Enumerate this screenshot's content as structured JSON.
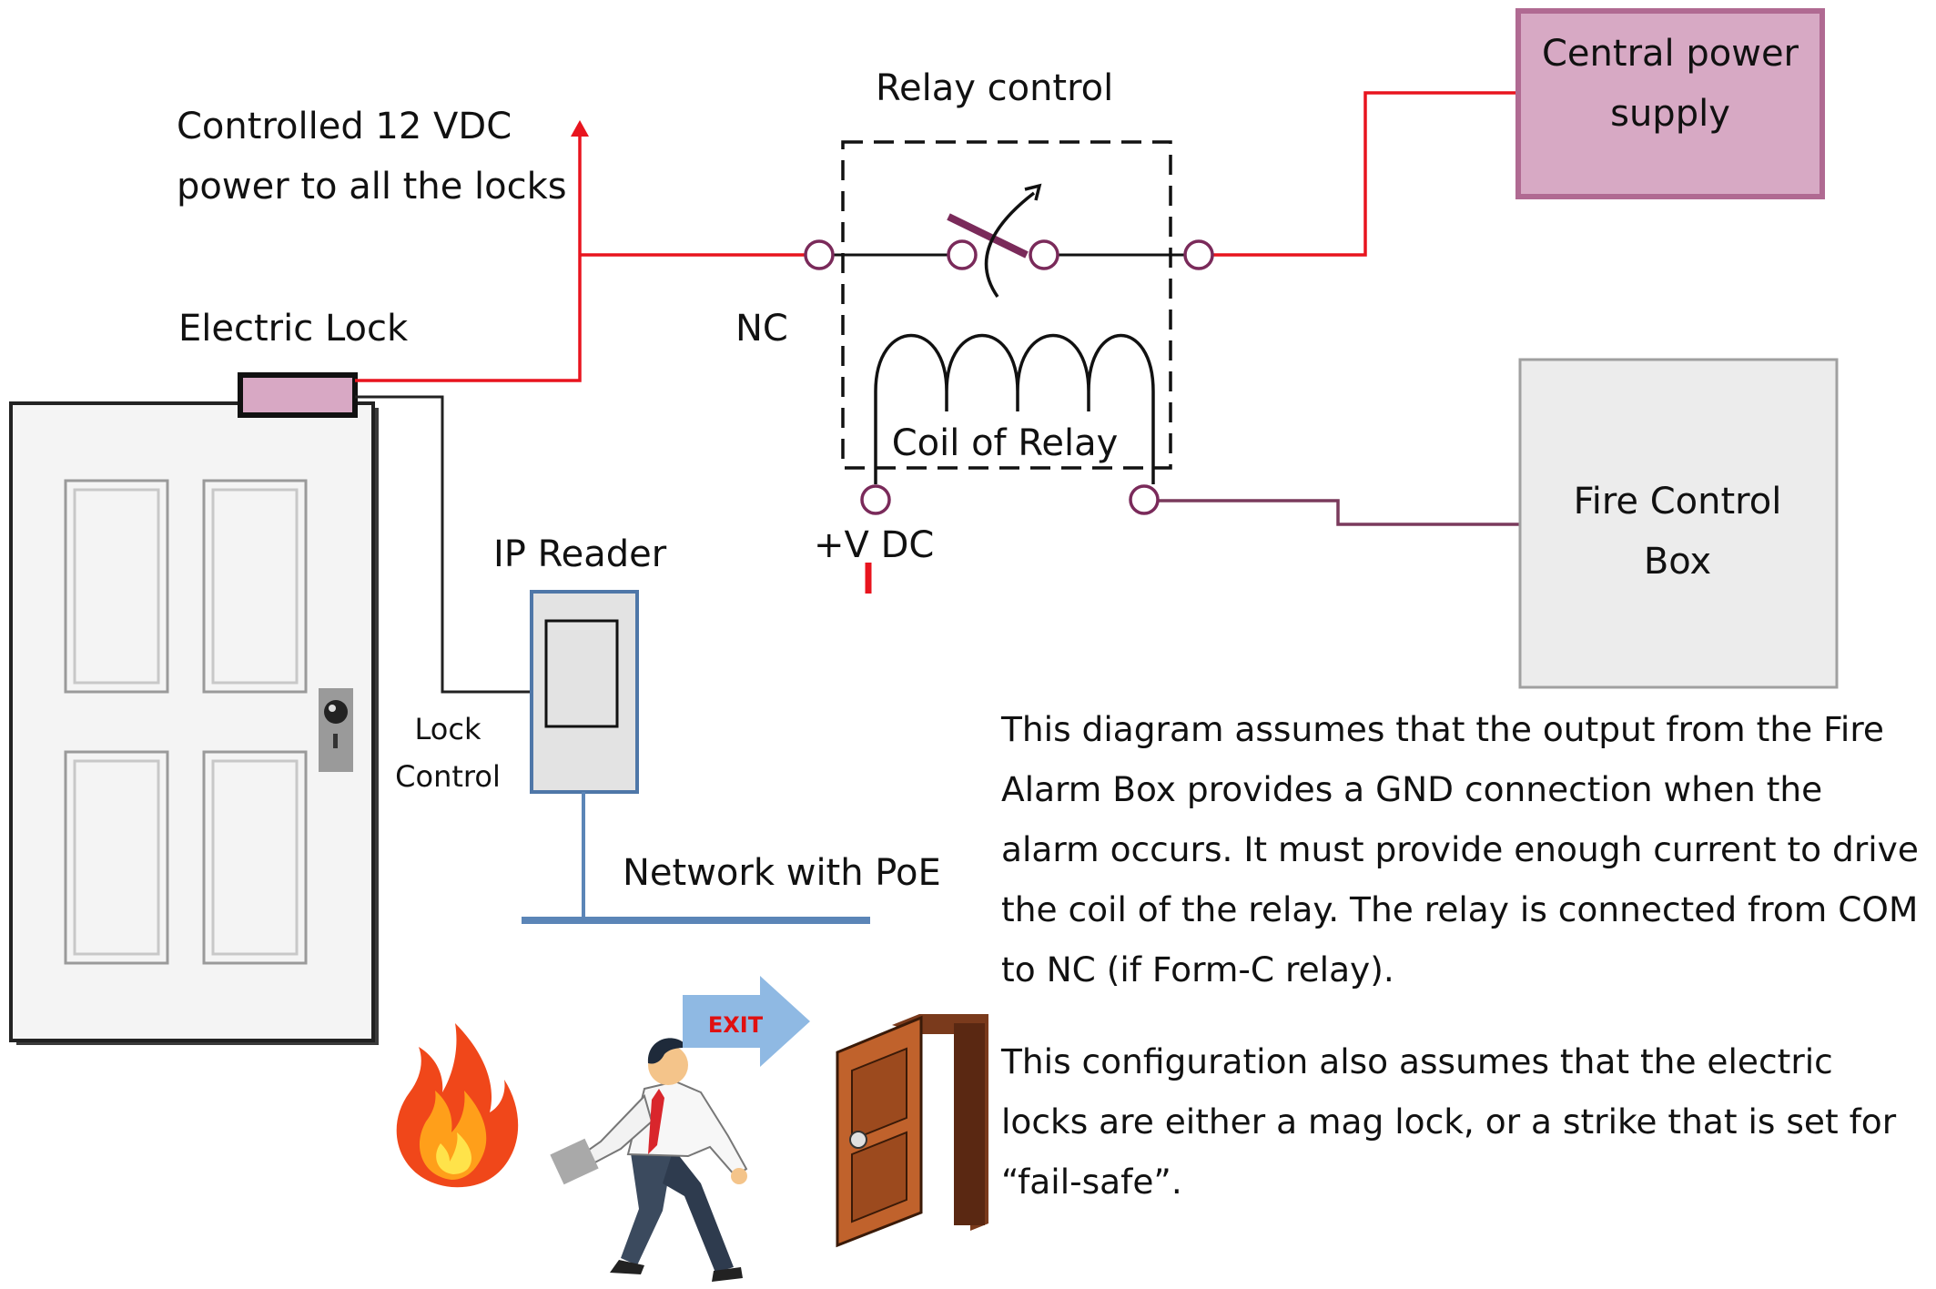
{
  "labels": {
    "controlled_power_line1": "Controlled 12 VDC",
    "controlled_power_line2": "power to all the locks",
    "relay_control": "Relay control",
    "central_power_line1": "Central power",
    "central_power_line2": "supply",
    "electric_lock": "Electric Lock",
    "nc": "NC",
    "coil_of_relay": "Coil of Relay",
    "plus_v_dc": "+V DC",
    "ip_reader": "IP Reader",
    "fire_control_line1": "Fire Control",
    "fire_control_line2": "Box",
    "lock_control_line1": "Lock",
    "lock_control_line2": "Control",
    "network_poe": "Network with PoE",
    "exit_sign": "EXIT"
  },
  "description": {
    "paragraph1": "This diagram assumes that the output from the Fire Alarm Box provides a GND connection when the alarm occurs. It must provide enough current to drive the coil of the relay.  The relay is connected from COM to NC (if Form-C relay).",
    "paragraph2": "This configuration also assumes that the electric locks are either a mag lock, or a strike that is set for “fail-safe”."
  },
  "colors": {
    "power_wire": "#e8141e",
    "signal_wire": "#7a3a5c",
    "control_wire": "#222222",
    "central_power_fill": "#d7a9c4",
    "central_power_border": "#b06a92",
    "fire_box_fill": "#ececec",
    "reader_frame": "#4f77a8",
    "network_line": "#5b85b7",
    "exit_arrow": "#8fb9e3",
    "exit_text": "#e01010"
  }
}
